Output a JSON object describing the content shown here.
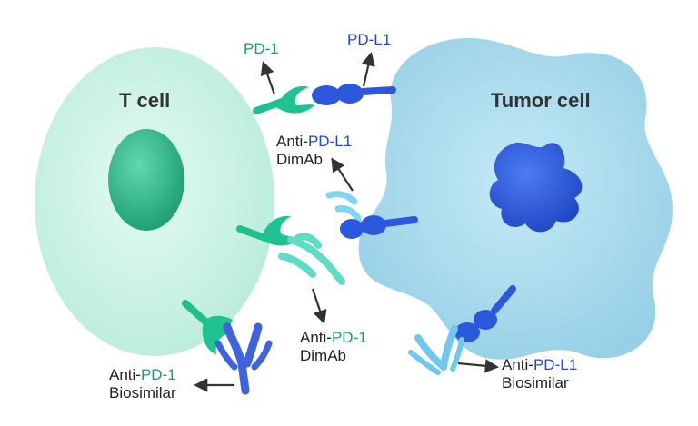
{
  "cells": {
    "t_cell": {
      "label": "T cell"
    },
    "tumor_cell": {
      "label": "Tumor cell"
    }
  },
  "receptors": {
    "pd1": {
      "label": "PD-1"
    },
    "pdl1": {
      "label": "PD-L1"
    }
  },
  "antibodies": {
    "anti_pdl1_dimab": {
      "prefix": "Anti-",
      "target": "PD-L1",
      "suffix": "DimAb"
    },
    "anti_pd1_dimab": {
      "prefix": "Anti-",
      "target": "PD-1",
      "suffix": "DimAb"
    },
    "anti_pdl1_biosimilar": {
      "prefix": "Anti-",
      "target": "PD-L1",
      "suffix": "Biosimilar"
    },
    "anti_pd1_biosimilar": {
      "prefix": "Anti-",
      "target": "PD-1",
      "suffix": "Biosimilar"
    }
  },
  "colors": {
    "t_cell_fill": "#c6f2e3",
    "t_cell_nucleus": "#2cb888",
    "tumor_fill": "#a9dcec",
    "tumor_nucleus": "#2f5fe0",
    "pd1_green": "#1f9a6e",
    "pdl1_blue": "#2347c8",
    "dimab_teal": "#5fdcc4",
    "dimab_cyan": "#7fd6f2",
    "biosimilar_blue": "#3f63dc",
    "arrow": "#333333"
  }
}
